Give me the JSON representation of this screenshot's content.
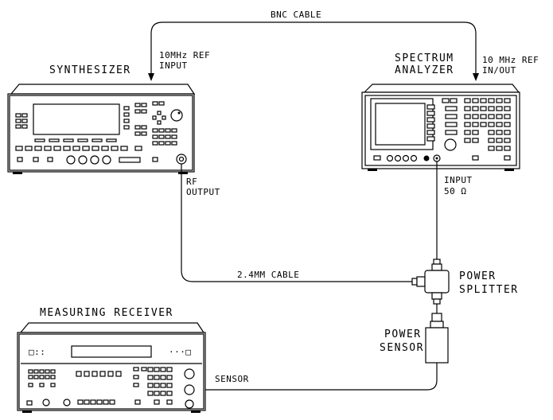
{
  "labels": {
    "bnc_cable": "BNC CABLE",
    "ref_input_1": "10MHz REF",
    "ref_input_2": "INPUT",
    "synthesizer": "SYNTHESIZER",
    "spectrum_1": "SPECTRUM",
    "spectrum_2": "ANALYZER",
    "ref_inout_1": "10 MHz REF",
    "ref_inout_2": "IN/OUT",
    "rf_output_1": "RF",
    "rf_output_2": "OUTPUT",
    "analyzer_input_1": "INPUT",
    "analyzer_input_2": "50 Ω",
    "cable_24mm": "2.4MM CABLE",
    "power_splitter_1": "POWER",
    "power_splitter_2": "SPLITTER",
    "measuring_receiver": "MEASURING RECEIVER",
    "power_sensor_1": "POWER",
    "power_sensor_2": "SENSOR",
    "sensor_port": "SENSOR",
    "receiver_display_left": "□::",
    "receiver_display_right": "···□"
  }
}
